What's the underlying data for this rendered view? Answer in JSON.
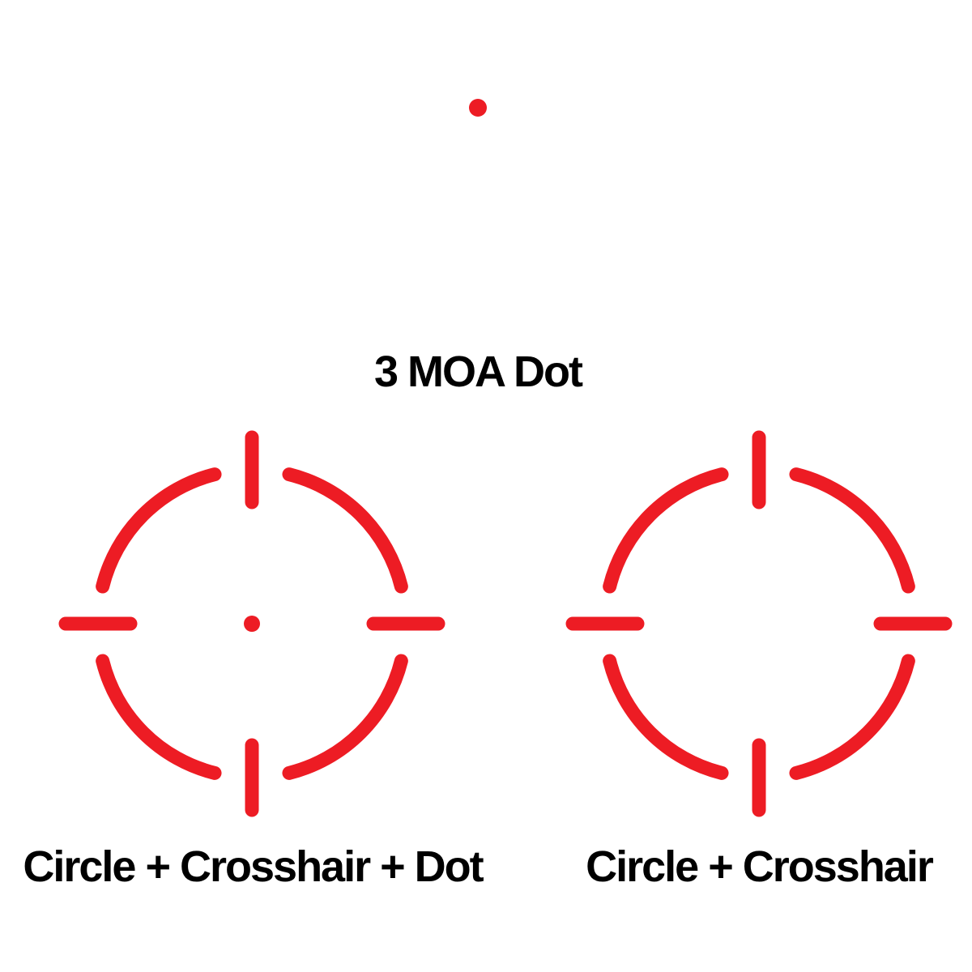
{
  "reticle_color": "#ED1C24",
  "text_color": "#000000",
  "reticles": [
    {
      "id": "dot",
      "caption": "3 MOA Dot",
      "has_circle": false,
      "has_crosshair": false,
      "has_center_dot": true
    },
    {
      "id": "circle-crosshair-dot",
      "caption": "Circle + Crosshair + Dot",
      "has_circle": true,
      "has_crosshair": true,
      "has_center_dot": true
    },
    {
      "id": "circle-crosshair",
      "caption": "Circle + Crosshair",
      "has_circle": true,
      "has_crosshair": true,
      "has_center_dot": false
    }
  ]
}
